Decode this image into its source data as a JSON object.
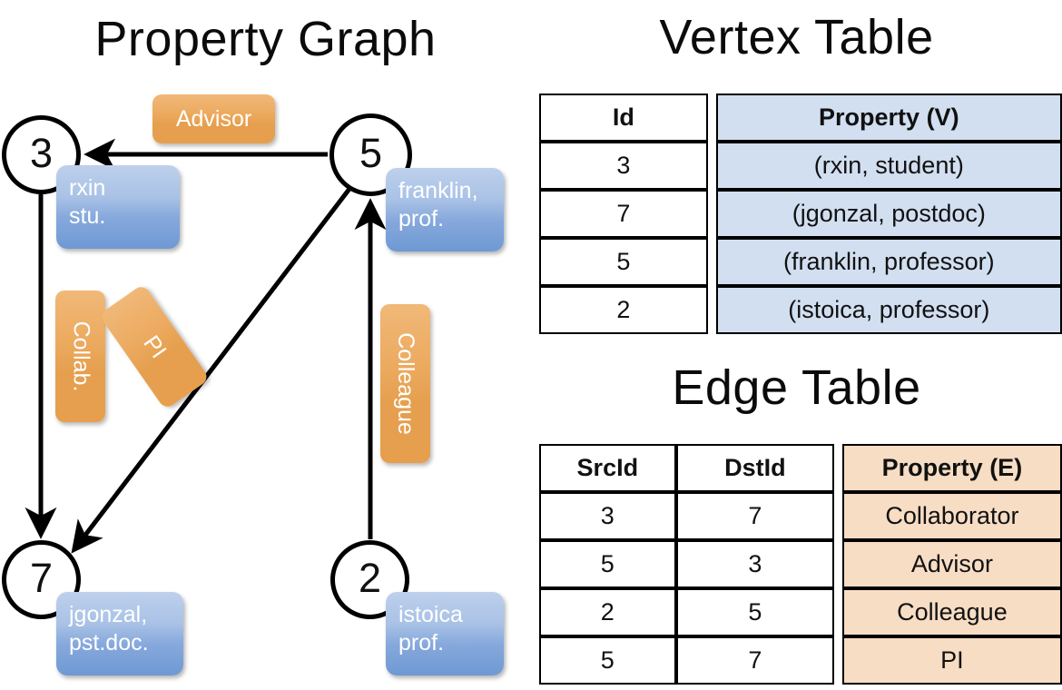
{
  "titles": {
    "property_graph": "Property Graph",
    "vertex_table": "Vertex Table",
    "edge_table": "Edge Table"
  },
  "colors": {
    "vertex_property_fill": "#d2dff1",
    "edge_property_fill": "#f7ddc4",
    "chip_orange": "#e8a552",
    "callout_blue": "#87a9dc",
    "stroke": "#000000",
    "background": "#ffffff"
  },
  "graph": {
    "nodes": [
      {
        "id": "3",
        "property": "rxin\nstu."
      },
      {
        "id": "5",
        "property": "franklin,\nprof."
      },
      {
        "id": "7",
        "property": "jgonzal,\npst.doc."
      },
      {
        "id": "2",
        "property": "istoica\nprof."
      }
    ],
    "edges": [
      {
        "src": "5",
        "dst": "3",
        "label": "Advisor"
      },
      {
        "src": "3",
        "dst": "7",
        "label": "Collab."
      },
      {
        "src": "5",
        "dst": "7",
        "label": "PI"
      },
      {
        "src": "2",
        "dst": "5",
        "label": "Colleague"
      }
    ]
  },
  "vertex_table": {
    "headers": [
      "Id",
      "Property (V)"
    ],
    "rows": [
      {
        "id": "3",
        "property": "(rxin, student)"
      },
      {
        "id": "7",
        "property": "(jgonzal, postdoc)"
      },
      {
        "id": "5",
        "property": "(franklin, professor)"
      },
      {
        "id": "2",
        "property": "(istoica, professor)"
      }
    ]
  },
  "edge_table": {
    "headers": [
      "SrcId",
      "DstId",
      "Property (E)"
    ],
    "rows": [
      {
        "src": "3",
        "dst": "7",
        "property": "Collaborator"
      },
      {
        "src": "5",
        "dst": "3",
        "property": "Advisor"
      },
      {
        "src": "2",
        "dst": "5",
        "property": "Colleague"
      },
      {
        "src": "5",
        "dst": "7",
        "property": "PI"
      }
    ]
  }
}
